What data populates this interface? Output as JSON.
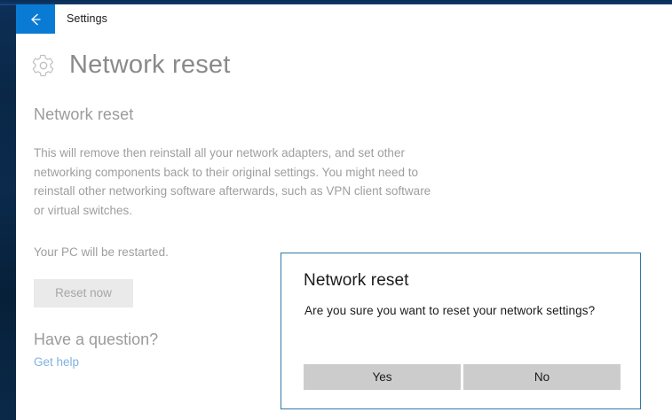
{
  "desktop": {
    "background_color": "#0a2747"
  },
  "window": {
    "titlebar": {
      "back_icon": "back-arrow-icon",
      "title": "Settings",
      "back_button_color": "#0a7bd4"
    },
    "page": {
      "icon": "gear-icon",
      "title": "Network reset"
    },
    "section": {
      "heading": "Network reset",
      "description": "This will remove then reinstall all your network adapters, and set other networking components back to their original settings. You might need to reinstall other networking software afterwards, such as VPN client software or virtual switches.",
      "restart_note": "Your PC will be restarted.",
      "reset_button_label": "Reset now"
    },
    "help": {
      "heading": "Have a question?",
      "link_label": "Get help",
      "link_color": "#7fb2e0"
    }
  },
  "dialog": {
    "title": "Network reset",
    "message": "Are you sure you want to reset your network settings?",
    "border_color": "#2d7aa8",
    "buttons": [
      {
        "label": "Yes"
      },
      {
        "label": "No"
      }
    ]
  }
}
